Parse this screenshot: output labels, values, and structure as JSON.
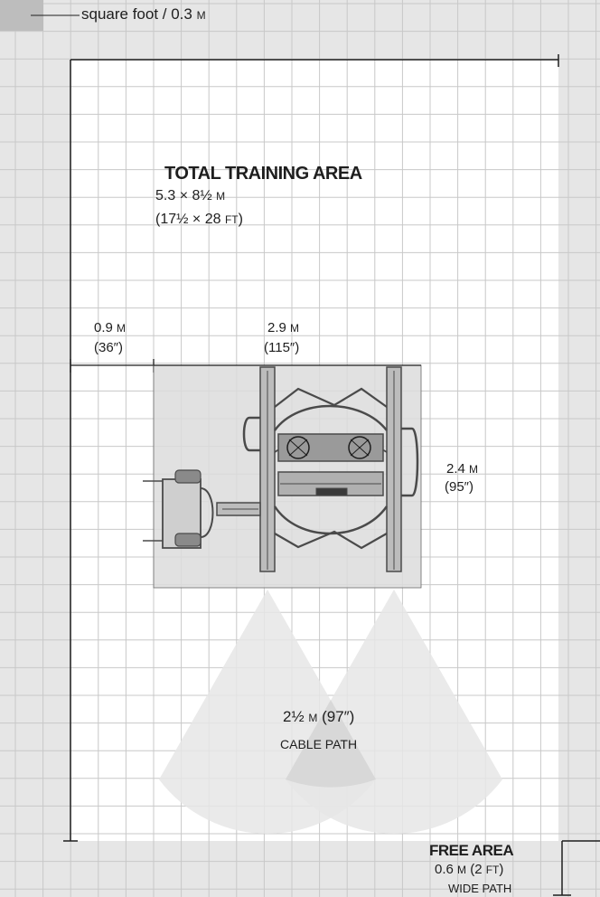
{
  "legend": {
    "text_a": "square foot / 0.3 ",
    "text_b": "M"
  },
  "training_area": {
    "title": "TOTAL TRAINING AREA",
    "metric_a": "5.3 × 8½ ",
    "metric_b": "M",
    "imperial_a": "(17½ × 28 ",
    "imperial_b": "FT",
    "imperial_c": ")"
  },
  "dim_left": {
    "metric_a": "0.9 ",
    "metric_b": "M",
    "imperial": "(36″)"
  },
  "dim_width": {
    "metric_a": "2.9 ",
    "metric_b": "M",
    "imperial": "(115″)"
  },
  "dim_depth": {
    "metric_a": "2.4 ",
    "metric_b": "M",
    "imperial": "(95″)"
  },
  "cable_path": {
    "dim_a": "2½ ",
    "dim_b": "M",
    "dim_c": " (97″)",
    "label": "CABLE PATH"
  },
  "free_area": {
    "title": "FREE AREA",
    "dim_a": "0.6 ",
    "dim_b": "M",
    "dim_c": " (2 ",
    "dim_d": "FT",
    "dim_e": ")",
    "subtitle": "WIDE PATH"
  },
  "colors": {
    "background": "#e6e6e6",
    "training_area": "#ffffff",
    "grid": "#c8c8c8",
    "equipment_zone": "#dcdcdc",
    "lines": "#1e1e1e",
    "equipment": "#5a5a5a"
  }
}
